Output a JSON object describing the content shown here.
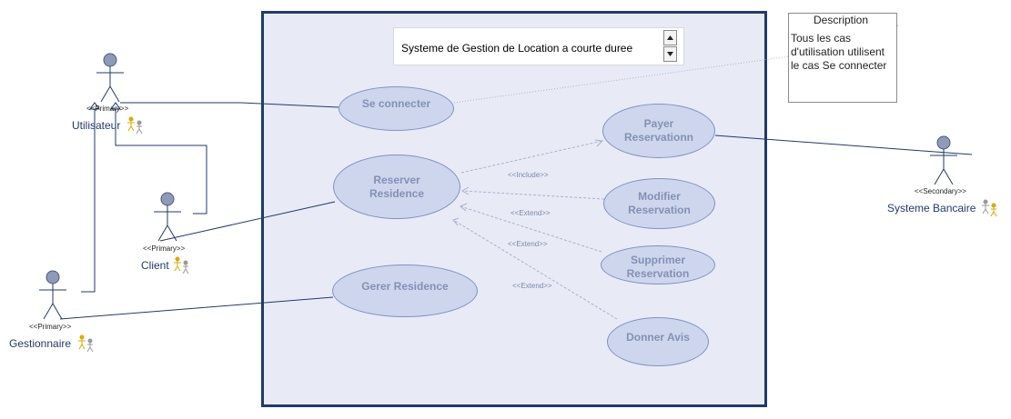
{
  "system": {
    "title": "Systeme de  Gestion de Location a courte duree"
  },
  "note": {
    "title": "Description",
    "lines": [
      "Tous les cas",
      "d'utilisation utilisent",
      "le cas Se connecter"
    ]
  },
  "use_cases": {
    "se_connecter": "Se connecter",
    "reserver_residence": [
      "Reserver",
      "Residence"
    ],
    "gerer_residence": "Gerer Residence",
    "payer_reservation": [
      "Payer",
      "Reservationn"
    ],
    "modifier_reservation": [
      "Modifier",
      "Reservation"
    ],
    "supprimer_reservation": [
      "Supprimer",
      "Reservation"
    ],
    "donner_avis": "Donner Avis"
  },
  "relations": {
    "include": "<<Include>>",
    "extend_modifier": "<<Extend>>",
    "extend_supprimer": "<<Extend>>",
    "extend_avis": "<<Extend>>"
  },
  "actors": {
    "utilisateur": {
      "name": "Utilisateur",
      "stereotype": "<<Primary>>"
    },
    "client": {
      "name": "Client",
      "stereotype": "<<Primary>>"
    },
    "gestionnaire": {
      "name": "Gestionnaire",
      "stereotype": "<<Primary>>"
    },
    "systeme_bancaire": {
      "name": "Systeme Bancaire",
      "stereotype": "<<Secondary>>"
    }
  },
  "colors": {
    "system_fill": "#e8ebf6",
    "system_border": "#1f3a6e",
    "usecase_fill": "#cdd6ec",
    "usecase_text": "#8491b5",
    "actor_line": "#1f3a6e",
    "actor_badge": "#e0a800"
  }
}
